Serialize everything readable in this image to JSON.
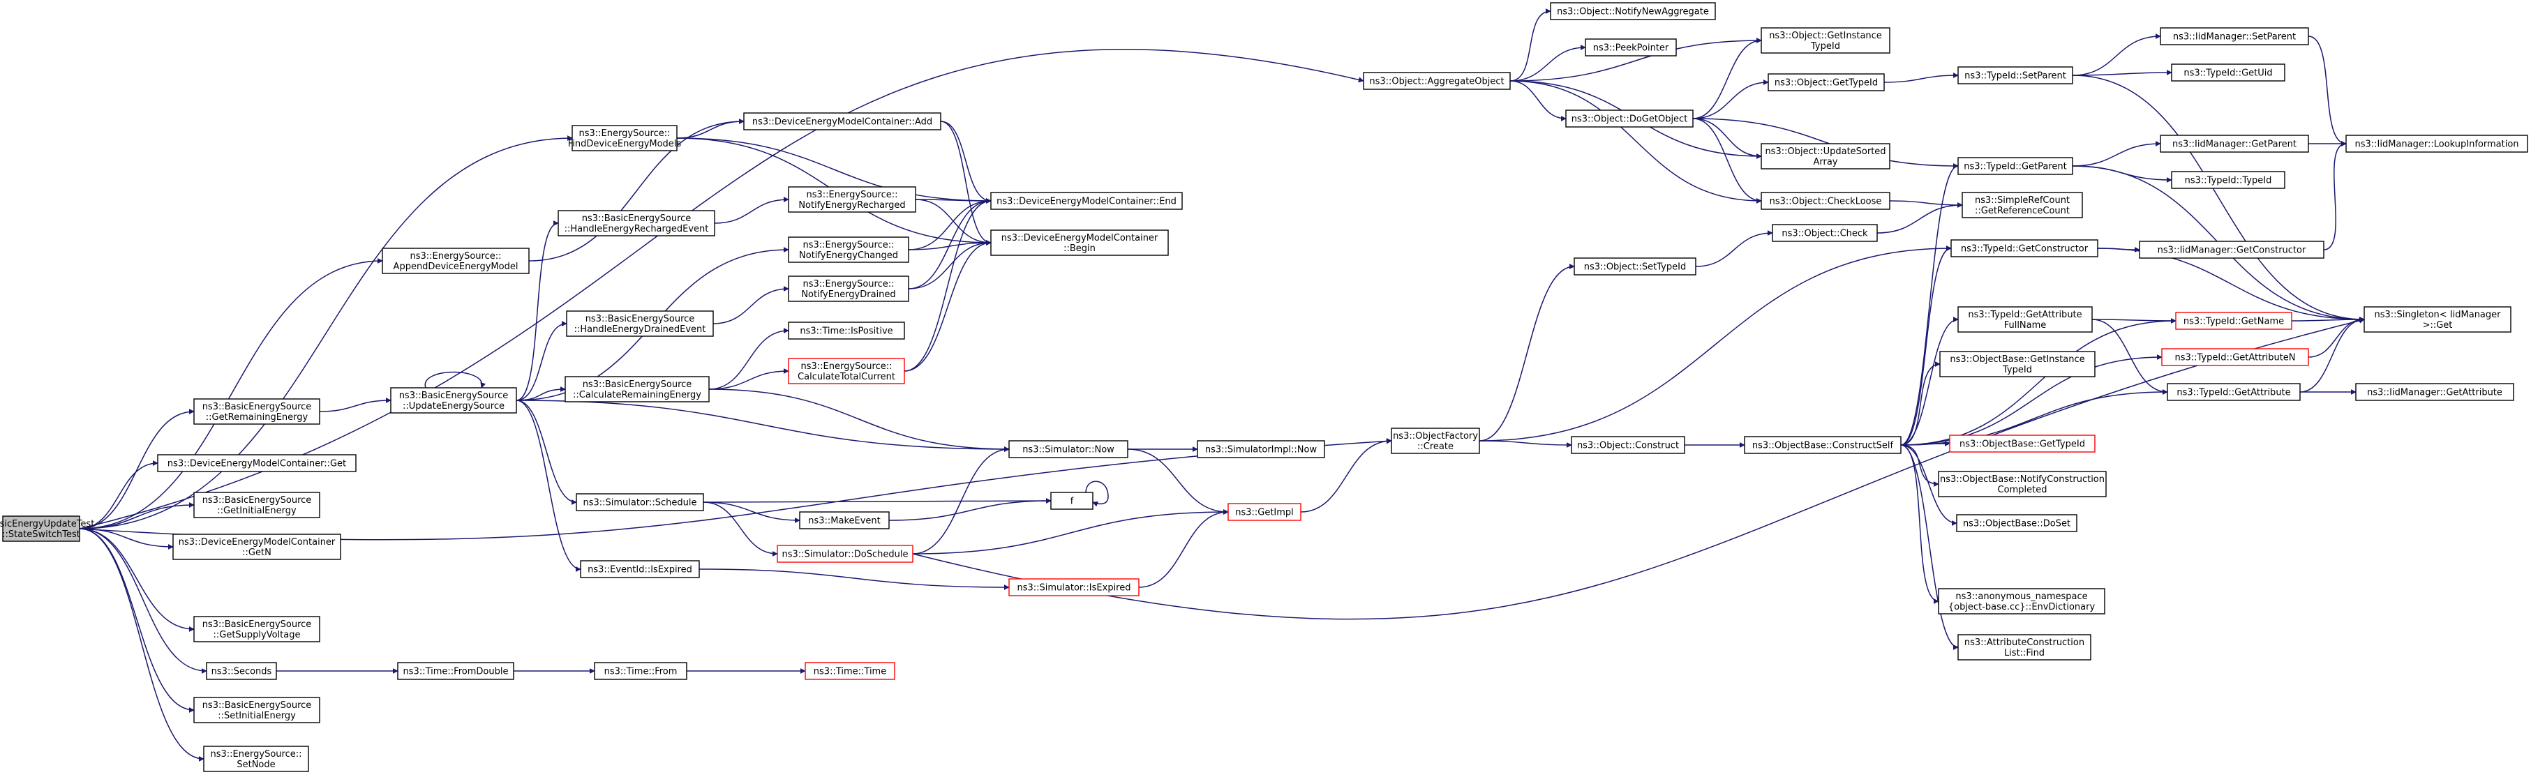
{
  "colors": {
    "edge": "#191970",
    "box_border": "#000000",
    "box_fill": "#ffffff",
    "root_fill": "#bfbfbf",
    "truncated_border": "#ff0000",
    "text": "#000000"
  },
  "nodes": [
    {
      "id": "root",
      "lines": [
        "BasicEnergyUpdateTest",
        "::StateSwitchTest"
      ],
      "style": "root"
    },
    {
      "id": "getRemEnergy",
      "lines": [
        "ns3::BasicEnergySource",
        "::GetRemainingEnergy"
      ]
    },
    {
      "id": "demcGet",
      "lines": [
        "ns3::DeviceEnergyModelContainer::Get"
      ]
    },
    {
      "id": "getInitEnergy",
      "lines": [
        "ns3::BasicEnergySource",
        "::GetInitialEnergy"
      ]
    },
    {
      "id": "demcGetN",
      "lines": [
        "ns3::DeviceEnergyModelContainer",
        "::GetN"
      ]
    },
    {
      "id": "getSupplyV",
      "lines": [
        "ns3::BasicEnergySource",
        "::GetSupplyVoltage"
      ]
    },
    {
      "id": "seconds",
      "lines": [
        "ns3::Seconds"
      ]
    },
    {
      "id": "setInitEnergy",
      "lines": [
        "ns3::BasicEnergySource",
        "::SetInitialEnergy"
      ]
    },
    {
      "id": "setNode",
      "lines": [
        "ns3::EnergySource::",
        "SetNode"
      ]
    },
    {
      "id": "appendDEM",
      "lines": [
        "ns3::EnergySource::",
        "AppendDeviceEnergyModel"
      ]
    },
    {
      "id": "findDEM",
      "lines": [
        "ns3::EnergySource::",
        "FindDeviceEnergyModels"
      ]
    },
    {
      "id": "updateES",
      "lines": [
        "ns3::BasicEnergySource",
        "::UpdateEnergySource"
      ]
    },
    {
      "id": "handleRecharged",
      "lines": [
        "ns3::BasicEnergySource",
        "::HandleEnergyRechargedEvent"
      ]
    },
    {
      "id": "handleDrained",
      "lines": [
        "ns3::BasicEnergySource",
        "::HandleEnergyDrainedEvent"
      ]
    },
    {
      "id": "calcRemEnergy",
      "lines": [
        "ns3::BasicEnergySource",
        "::CalculateRemainingEnergy"
      ]
    },
    {
      "id": "simSchedule",
      "lines": [
        "ns3::Simulator::Schedule"
      ]
    },
    {
      "id": "eventIsExpired",
      "lines": [
        "ns3::EventId::IsExpired"
      ]
    },
    {
      "id": "fromDouble",
      "lines": [
        "ns3::Time::FromDouble"
      ]
    },
    {
      "id": "timeFrom",
      "lines": [
        "ns3::Time::From"
      ]
    },
    {
      "id": "timeTime",
      "lines": [
        "ns3::Time::Time"
      ],
      "style": "truncated"
    },
    {
      "id": "demcAdd",
      "lines": [
        "ns3::DeviceEnergyModelContainer::Add"
      ]
    },
    {
      "id": "notifyRecharged",
      "lines": [
        "ns3::EnergySource::",
        "NotifyEnergyRecharged"
      ]
    },
    {
      "id": "notifyChanged",
      "lines": [
        "ns3::EnergySource::",
        "NotifyEnergyChanged"
      ]
    },
    {
      "id": "notifyDrained",
      "lines": [
        "ns3::EnergySource::",
        "NotifyEnergyDrained"
      ]
    },
    {
      "id": "isPositive",
      "lines": [
        "ns3::Time::IsPositive"
      ]
    },
    {
      "id": "calcTotalCurrent",
      "lines": [
        "ns3::EnergySource::",
        "CalculateTotalCurrent"
      ],
      "style": "truncated"
    },
    {
      "id": "simNow",
      "lines": [
        "ns3::Simulator::Now"
      ]
    },
    {
      "id": "makeEvent",
      "lines": [
        "ns3::MakeEvent"
      ]
    },
    {
      "id": "simDoSchedule",
      "lines": [
        "ns3::Simulator::DoSchedule"
      ],
      "style": "truncated"
    },
    {
      "id": "simIsExpired",
      "lines": [
        "ns3::Simulator::IsExpired"
      ],
      "style": "truncated"
    },
    {
      "id": "demcEnd",
      "lines": [
        "ns3::DeviceEnergyModelContainer::End"
      ]
    },
    {
      "id": "demcBegin",
      "lines": [
        "ns3::DeviceEnergyModelContainer",
        "::Begin"
      ]
    },
    {
      "id": "simImplNow",
      "lines": [
        "ns3::SimulatorImpl::Now"
      ]
    },
    {
      "id": "f",
      "lines": [
        "f"
      ]
    },
    {
      "id": "getImpl",
      "lines": [
        "ns3::GetImpl"
      ],
      "style": "truncated"
    },
    {
      "id": "aggregateObject",
      "lines": [
        "ns3::Object::AggregateObject"
      ]
    },
    {
      "id": "objFactoryCreate",
      "lines": [
        "ns3::ObjectFactory",
        "::Create"
      ]
    },
    {
      "id": "notifyNewAggregate",
      "lines": [
        "ns3::Object::NotifyNewAggregate"
      ]
    },
    {
      "id": "peekPointer",
      "lines": [
        "ns3::PeekPointer"
      ]
    },
    {
      "id": "getInstanceTypeId",
      "lines": [
        "ns3::Object::GetInstance",
        "TypeId"
      ]
    },
    {
      "id": "objGetTypeId",
      "lines": [
        "ns3::Object::GetTypeId"
      ]
    },
    {
      "id": "doGetObject",
      "lines": [
        "ns3::Object::DoGetObject"
      ]
    },
    {
      "id": "updateSortedArray",
      "lines": [
        "ns3::Object::UpdateSorted",
        "Array"
      ]
    },
    {
      "id": "checkLoose",
      "lines": [
        "ns3::Object::CheckLoose"
      ]
    },
    {
      "id": "objCheck",
      "lines": [
        "ns3::Object::Check"
      ]
    },
    {
      "id": "setTypeId",
      "lines": [
        "ns3::Object::SetTypeId"
      ]
    },
    {
      "id": "objConstruct",
      "lines": [
        "ns3::Object::Construct"
      ]
    },
    {
      "id": "constructSelf",
      "lines": [
        "ns3::ObjectBase::ConstructSelf"
      ]
    },
    {
      "id": "typeIdSetParent",
      "lines": [
        "ns3::TypeId::SetParent"
      ]
    },
    {
      "id": "typeIdGetParent",
      "lines": [
        "ns3::TypeId::GetParent"
      ]
    },
    {
      "id": "getReferenceCount",
      "lines": [
        "ns3::SimpleRefCount",
        "::GetReferenceCount"
      ]
    },
    {
      "id": "typeIdGetConstructor",
      "lines": [
        "ns3::TypeId::GetConstructor"
      ]
    },
    {
      "id": "getAttributeFullName",
      "lines": [
        "ns3::TypeId::GetAttribute",
        "FullName"
      ]
    },
    {
      "id": "obGetInstanceTypeId",
      "lines": [
        "ns3::ObjectBase::GetInstance",
        "TypeId"
      ]
    },
    {
      "id": "obGetTypeId",
      "lines": [
        "ns3::ObjectBase::GetTypeId"
      ],
      "style": "truncated"
    },
    {
      "id": "notifyConstructionCompleted",
      "lines": [
        "ns3::ObjectBase::NotifyConstruction",
        "Completed"
      ]
    },
    {
      "id": "doSet",
      "lines": [
        "ns3::ObjectBase::DoSet"
      ]
    },
    {
      "id": "envDictionary",
      "lines": [
        "ns3::anonymous_namespace",
        "{object-base.cc}::EnvDictionary"
      ]
    },
    {
      "id": "attrConstructionFind",
      "lines": [
        "ns3::AttributeConstruction",
        "List::Find"
      ]
    },
    {
      "id": "iidSetParent",
      "lines": [
        "ns3::IidManager::SetParent"
      ]
    },
    {
      "id": "typeIdGetUid",
      "lines": [
        "ns3::TypeId::GetUid"
      ]
    },
    {
      "id": "iidGetParent",
      "lines": [
        "ns3::IidManager::GetParent"
      ]
    },
    {
      "id": "typeIdTypeId",
      "lines": [
        "ns3::TypeId::TypeId"
      ]
    },
    {
      "id": "iidGetConstructor",
      "lines": [
        "ns3::IidManager::GetConstructor"
      ]
    },
    {
      "id": "typeIdGetName",
      "lines": [
        "ns3::TypeId::GetName"
      ],
      "style": "truncated"
    },
    {
      "id": "getAttributeN",
      "lines": [
        "ns3::TypeId::GetAttributeN"
      ],
      "style": "truncated"
    },
    {
      "id": "typeIdGetAttribute",
      "lines": [
        "ns3::TypeId::GetAttribute"
      ]
    },
    {
      "id": "iidLookupInformation",
      "lines": [
        "ns3::IidManager::LookupInformation"
      ]
    },
    {
      "id": "singletonGet",
      "lines": [
        "ns3::Singleton< IidManager",
        ">::Get"
      ]
    },
    {
      "id": "iidGetAttribute",
      "lines": [
        "ns3::IidManager::GetAttribute"
      ]
    }
  ]
}
